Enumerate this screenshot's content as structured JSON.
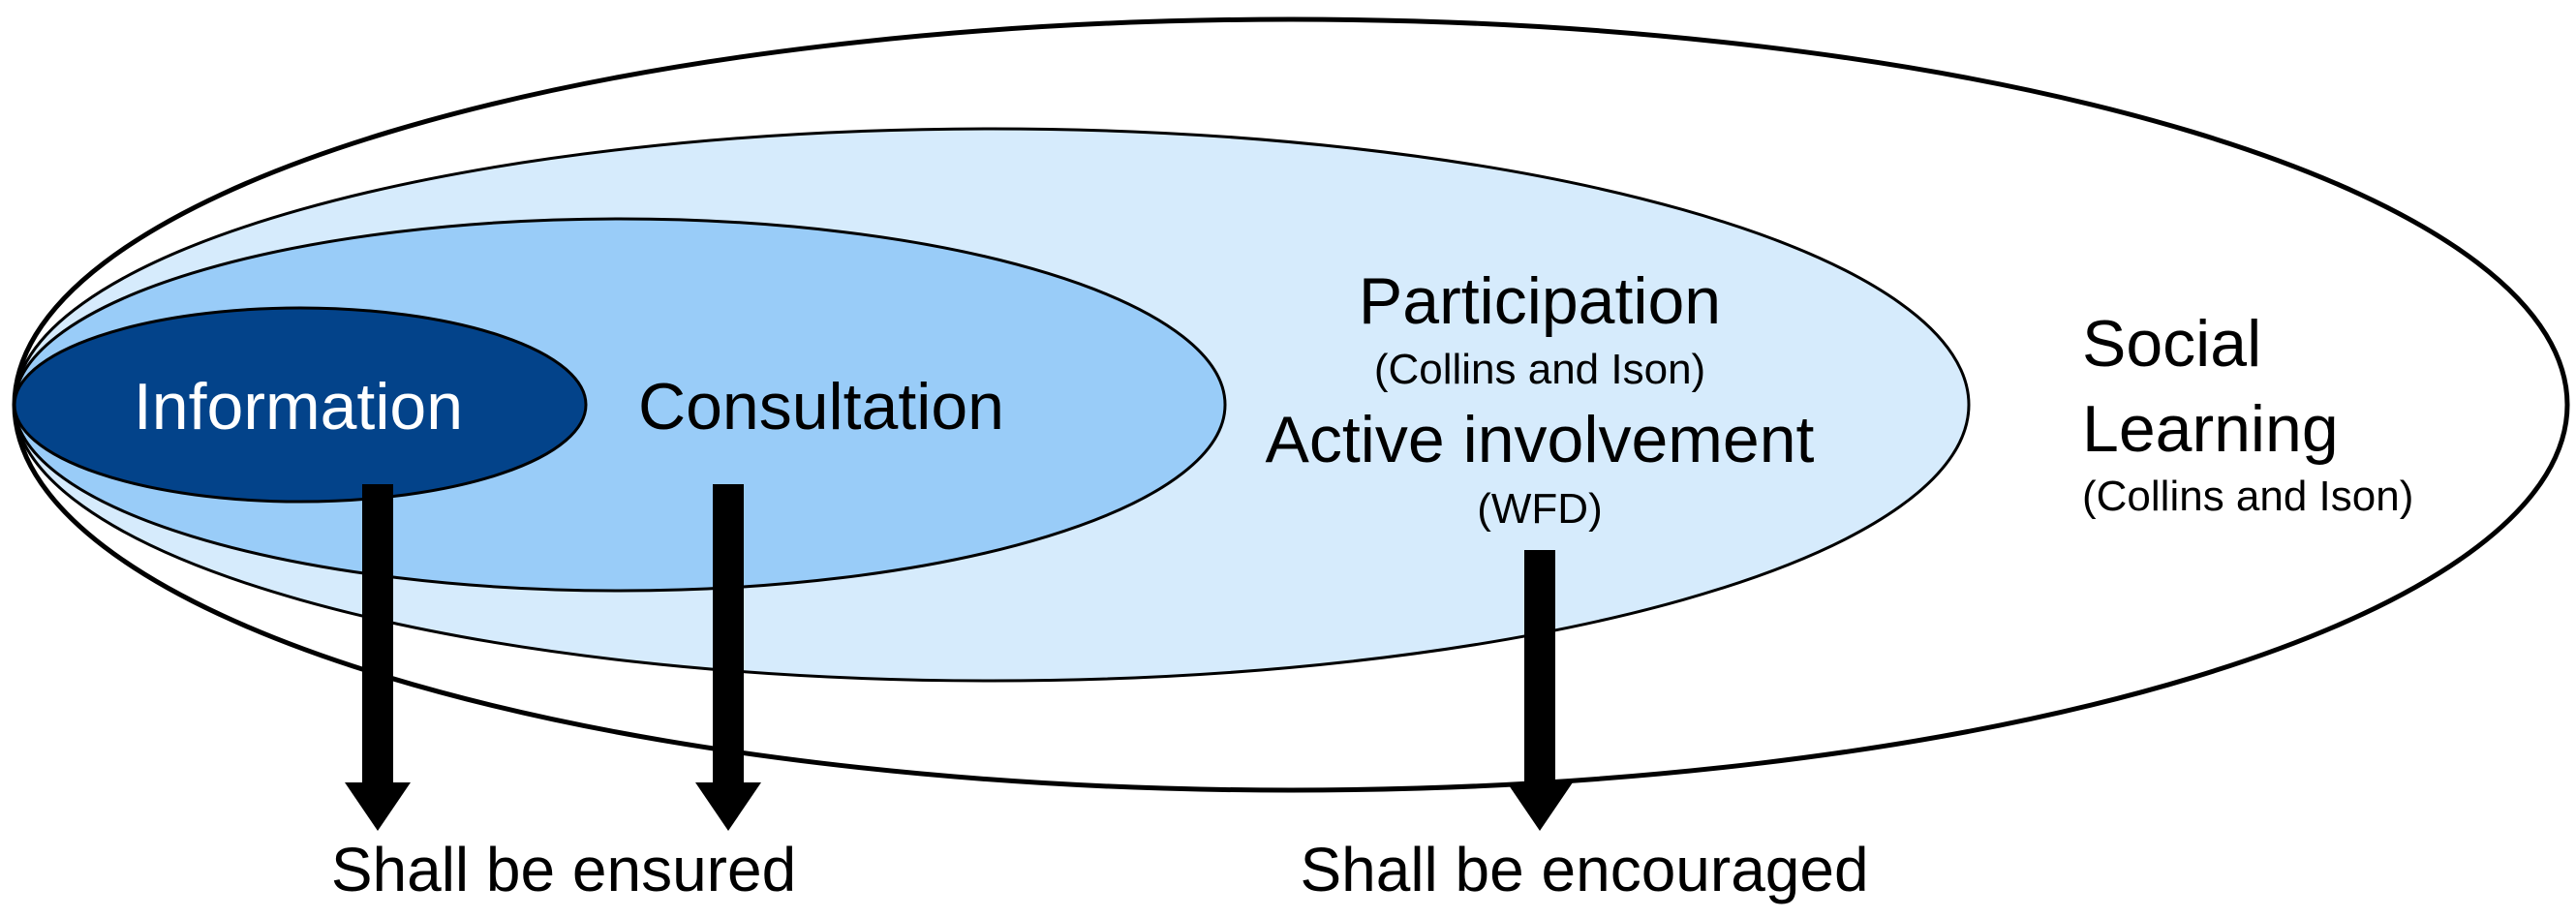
{
  "levels": {
    "information": {
      "label": "Information"
    },
    "consultation": {
      "label": "Consultation"
    },
    "participation": {
      "label": "Participation",
      "source": "(Collins and Ison)",
      "alt_label": "Active involvement",
      "alt_source": "(WFD)"
    },
    "social_learning": {
      "label_line1": "Social",
      "label_line2": "Learning",
      "source": "(Collins and Ison)"
    }
  },
  "outcomes": {
    "ensured": "Shall be ensured",
    "encouraged": "Shall be encouraged"
  },
  "colors": {
    "information_fill": "#03438A",
    "consultation_fill": "#99CCF8",
    "participation_fill": "#D6EBFC",
    "social_learning_fill": "#FFFFFF",
    "outline": "#000000",
    "arrow": "#000000"
  }
}
